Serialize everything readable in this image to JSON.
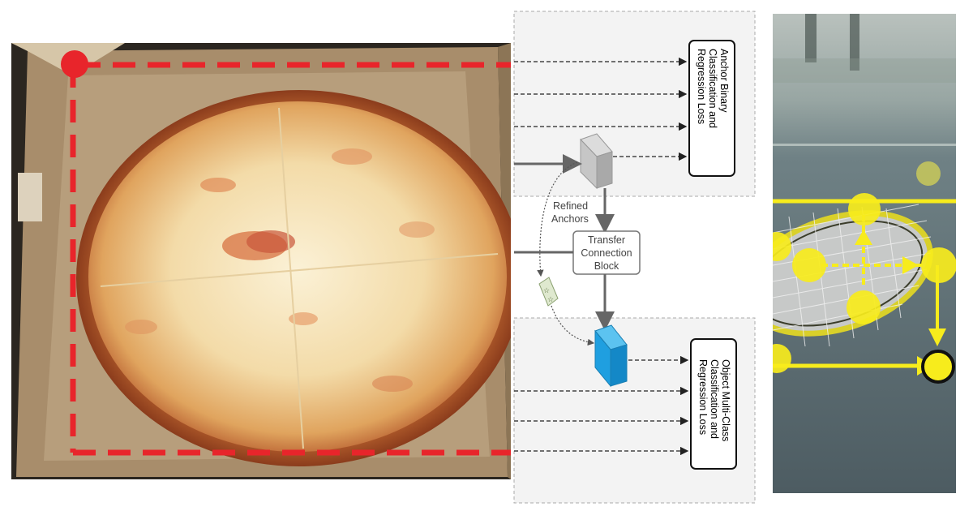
{
  "panels": {
    "pizza": {
      "icon": "pizza-photo"
    },
    "diagram": {
      "top_box_lines": [
        "Anchor Binary",
        "Classification and",
        "Regression Loss"
      ],
      "bottom_box_lines": [
        "Object Multi-Class",
        "Classification and",
        "Regression Loss"
      ],
      "refined_anchors_lines": [
        "Refined",
        "Anchors"
      ],
      "tcb_lines": [
        "Transfer",
        "Connection",
        "Block"
      ]
    },
    "tennis": {
      "icon": "tennis-racket-photo"
    }
  },
  "colors": {
    "bbox_red": "#e8252b",
    "keypoint_yellow": "#f7ec1c",
    "cube_gray": "#b9b9b9",
    "cube_blue": "#1f9fe0"
  }
}
